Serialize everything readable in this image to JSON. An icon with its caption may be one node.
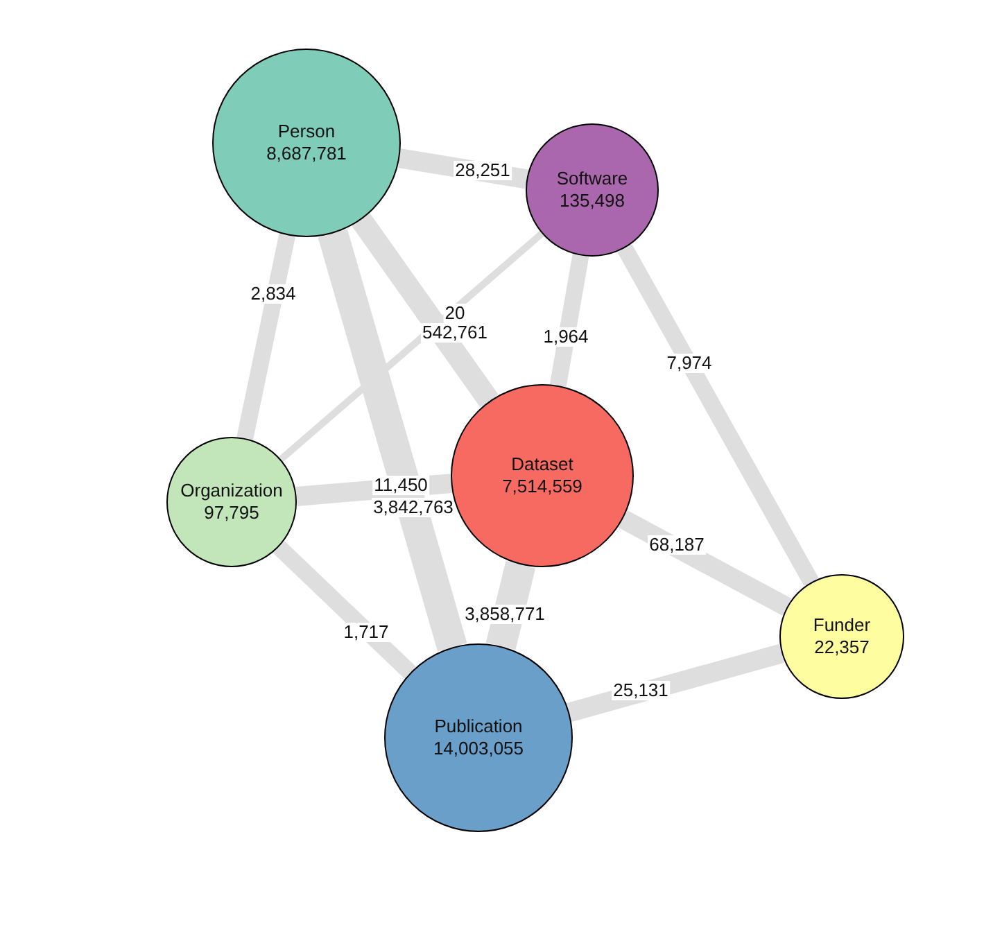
{
  "diagram": {
    "nodes": [
      {
        "text": [
          "Person",
          "8,687,781"
        ]
      },
      {
        "text": [
          "Software",
          "135,498"
        ]
      },
      {
        "text": [
          "Organization",
          "97,795"
        ]
      },
      {
        "text": [
          "Dataset",
          "7,514,559"
        ]
      },
      {
        "text": [
          "Funder",
          "22,357"
        ]
      },
      {
        "text": [
          "Publication",
          "14,003,055"
        ]
      }
    ],
    "edges": [
      {
        "from": 0,
        "to": 1,
        "arrow": "none",
        "label": "28,251"
      },
      {
        "from": 0,
        "to": 2,
        "arrow": "none",
        "label": "2,834"
      },
      {
        "from": 1,
        "to": 2,
        "arrow": "none",
        "label": "20"
      },
      {
        "from": 0,
        "to": 3,
        "arrow": "none",
        "label": "542,761"
      },
      {
        "from": 0,
        "to": 5,
        "arrow": "none",
        "label": "3,842,763"
      },
      {
        "from": 1,
        "to": 3,
        "arrow": "none",
        "label": "1,964"
      },
      {
        "from": 1,
        "to": 4,
        "arrow": "none",
        "label": "7,974"
      },
      {
        "from": 2,
        "to": 3,
        "arrow": "none",
        "label": "11,450"
      },
      {
        "from": 3,
        "to": 4,
        "arrow": "none",
        "label": "68,187"
      },
      {
        "from": 3,
        "to": 5,
        "arrow": "none",
        "label": "3,858,771"
      },
      {
        "from": 2,
        "to": 5,
        "arrow": "none",
        "label": "1,717"
      },
      {
        "from": 4,
        "to": 5,
        "arrow": "none",
        "label": "25,131"
      }
    ]
  }
}
